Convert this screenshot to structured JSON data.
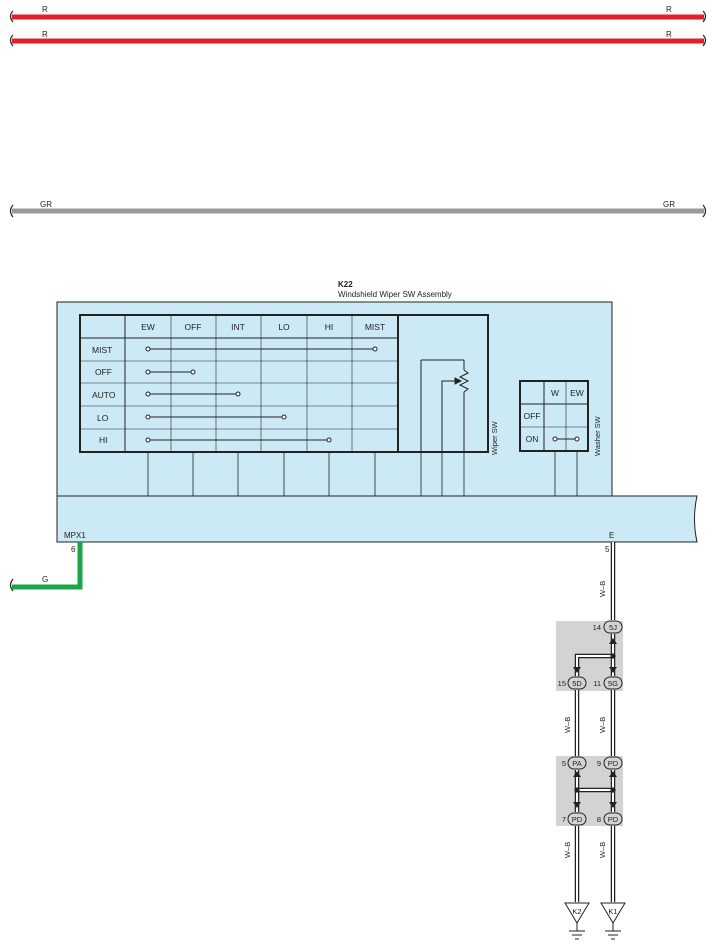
{
  "wires": {
    "r1": {
      "left": "R",
      "right": "R",
      "color": "#e0202e"
    },
    "r2": {
      "left": "R",
      "right": "R",
      "color": "#e0202e"
    },
    "gr": {
      "left": "GR",
      "right": "GR",
      "color": "#999999"
    },
    "g": {
      "label": "G",
      "color": "#1aa54a"
    },
    "wb": {
      "label": "W–B"
    }
  },
  "component": {
    "id": "K22",
    "name": "Windshield Wiper SW Assembly",
    "fill": "#cce9f6",
    "pins": {
      "left_name": "MPX1",
      "left_num": "6",
      "right_name": "E",
      "right_num": "5"
    }
  },
  "wiper_table": {
    "columns": [
      "EW",
      "OFF",
      "INT",
      "LO",
      "HI",
      "MIST"
    ],
    "rows": [
      "MIST",
      "OFF",
      "AUTO",
      "LO",
      "HI"
    ],
    "side_label": "Wiper SW"
  },
  "washer_table": {
    "columns": [
      "W",
      "EW"
    ],
    "rows": [
      "OFF",
      "ON"
    ],
    "side_label": "Washer SW"
  },
  "connectors": {
    "c1": {
      "num": "14",
      "code": "5J"
    },
    "c2": {
      "num": "15",
      "code": "5D"
    },
    "c3": {
      "num": "11",
      "code": "5G"
    },
    "c4": {
      "num": "5",
      "code": "PA"
    },
    "c5": {
      "num": "9",
      "code": "PD"
    },
    "c6": {
      "num": "7",
      "code": "PD"
    },
    "c7": {
      "num": "8",
      "code": "PD"
    }
  },
  "grounds": {
    "g1": "K2",
    "g2": "K1"
  }
}
